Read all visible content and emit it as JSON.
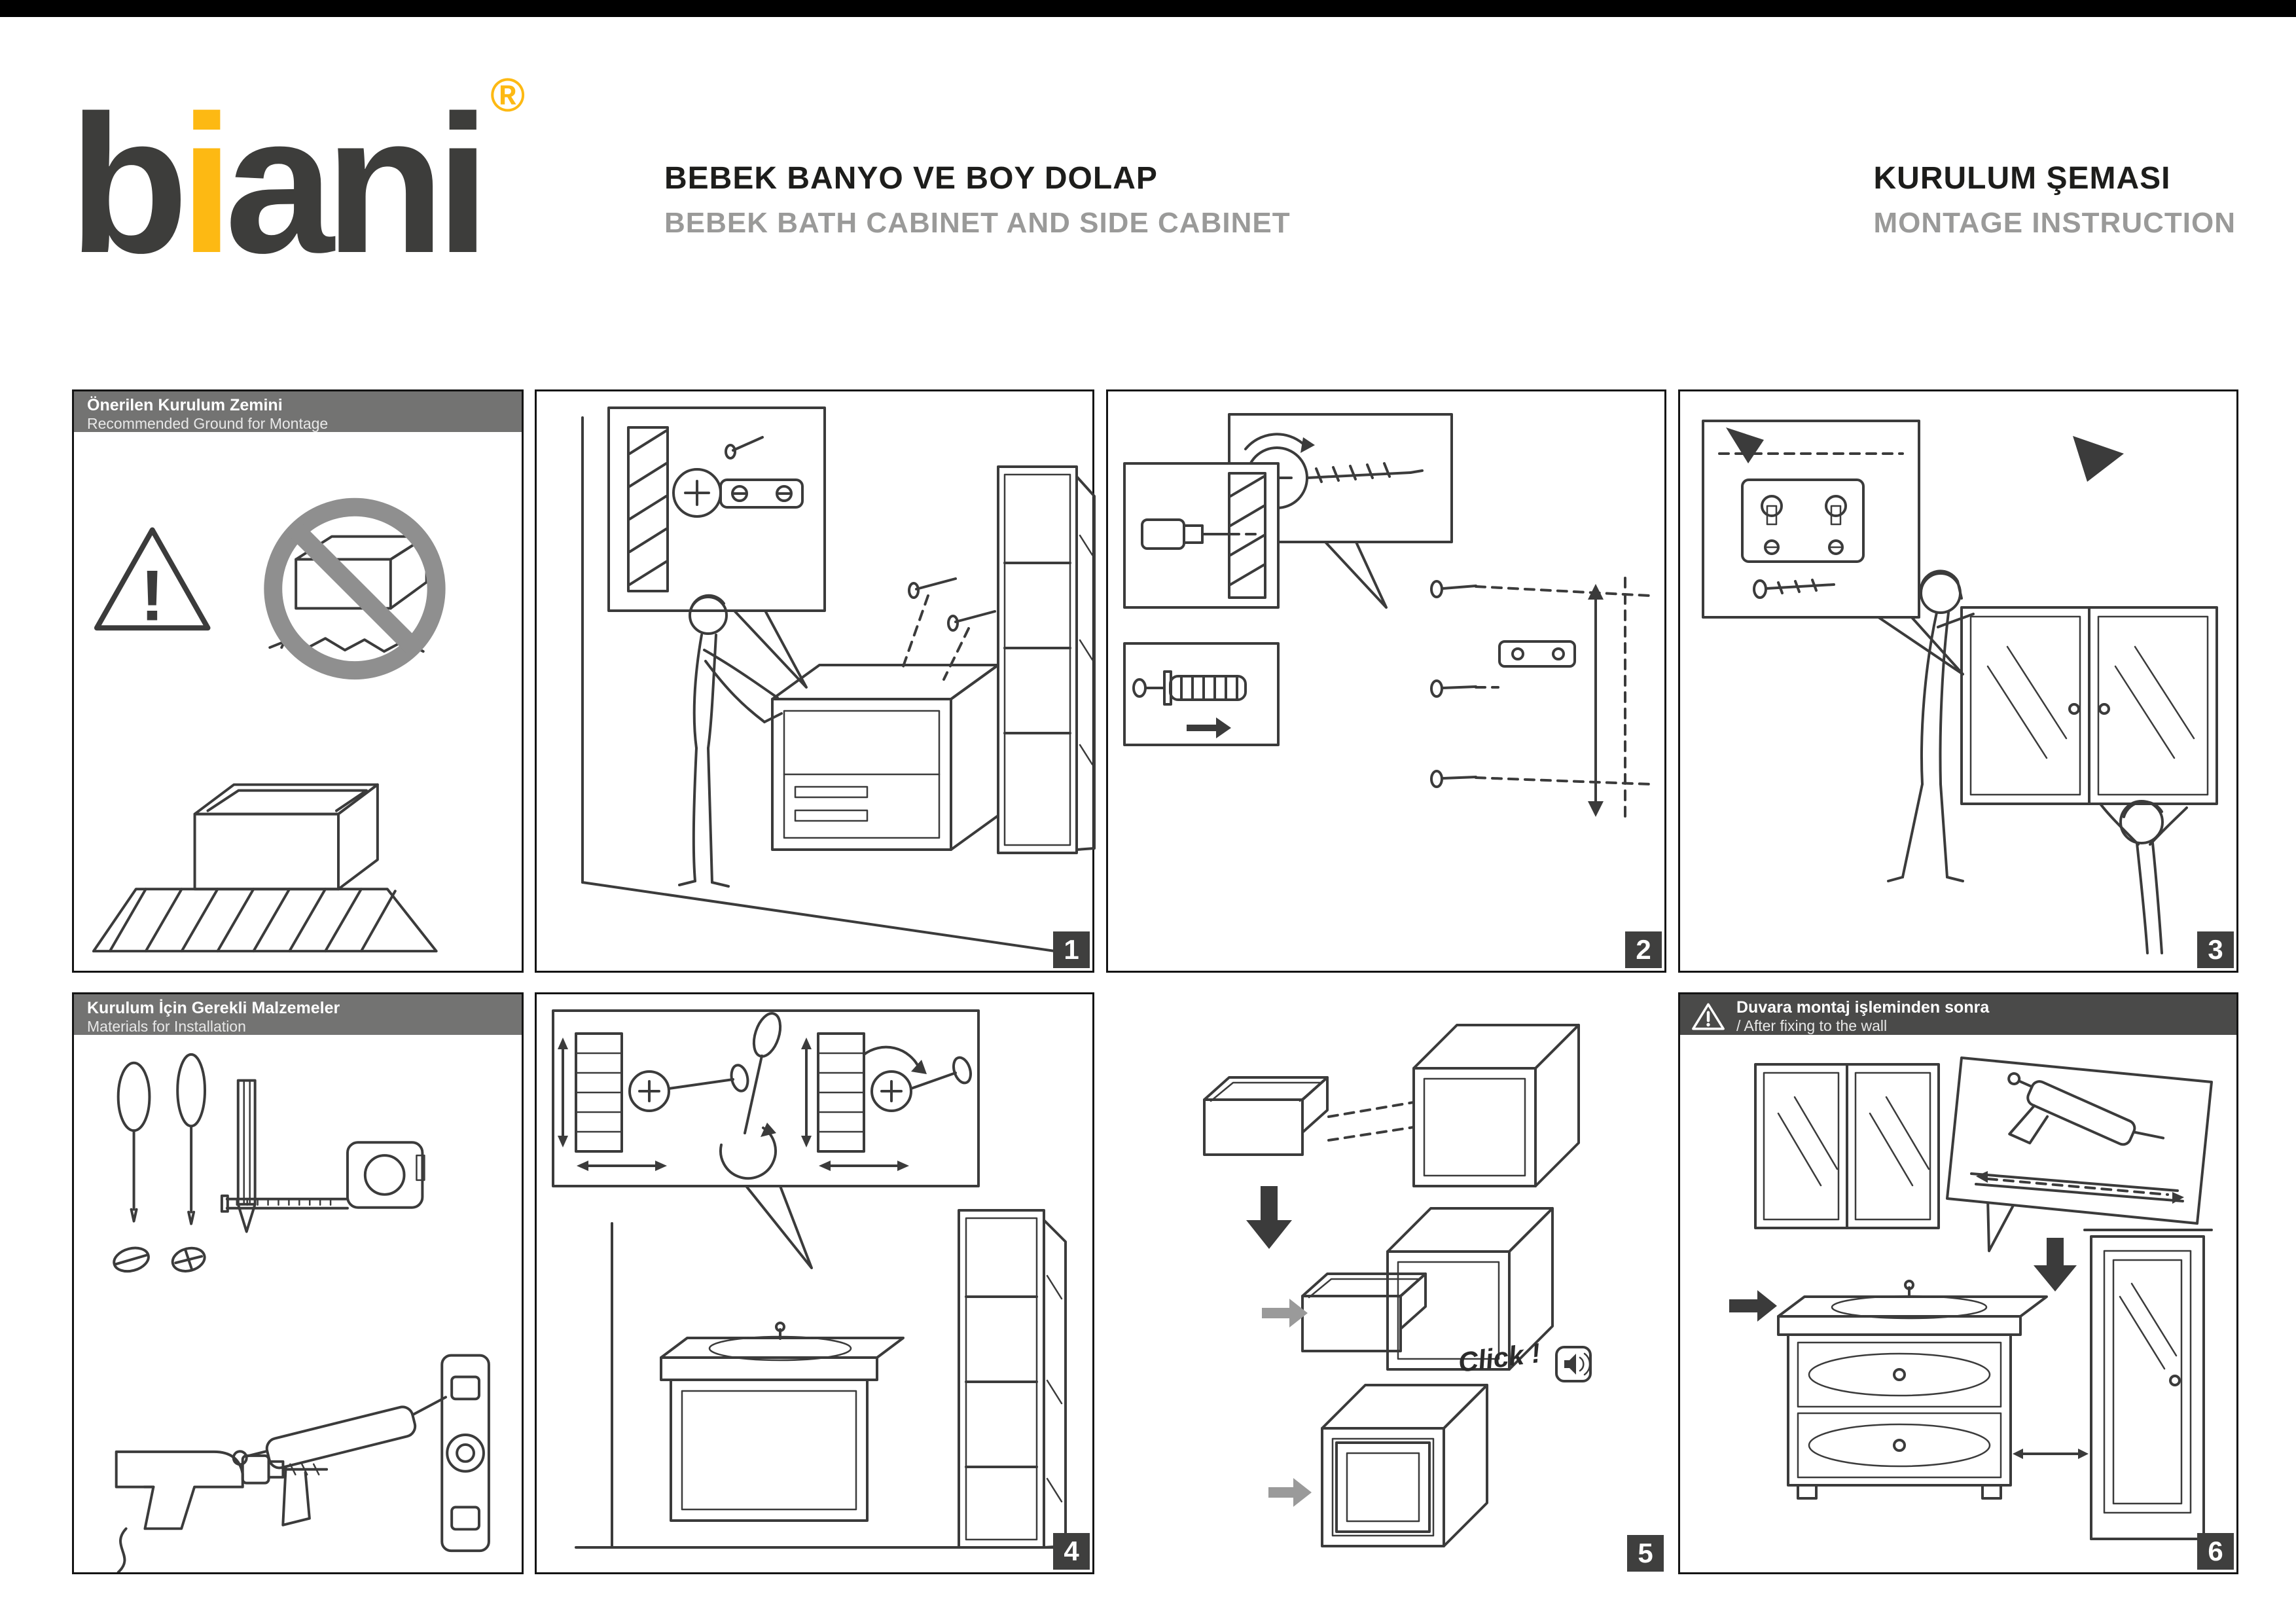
{
  "brand": {
    "logo_b": "b",
    "logo_i": "i",
    "logo_ani": "ani",
    "registered": "®"
  },
  "header": {
    "product_title_tr": "BEBEK BANYO VE BOY DOLAP",
    "product_title_en": "BEBEK BATH CABINET AND SIDE CABINET",
    "doc_title_tr": "KURULUM ŞEMASI",
    "doc_title_en": "MONTAGE INSTRUCTION"
  },
  "panels": {
    "ground": {
      "header_tr": "Önerilen Kurulum Zemini",
      "header_en": "Recommended Ground for Montage"
    },
    "materials": {
      "header_tr": "Kurulum İçin Gerekli Malzemeler",
      "header_en": "Materials for Installation"
    },
    "after_fixing": {
      "header_tr": "Duvara montaj işleminden sonra",
      "header_en": "/ After fixing to the wall"
    }
  },
  "steps": [
    "1",
    "2",
    "3",
    "4",
    "5",
    "6"
  ],
  "annotations": {
    "click": "Click !",
    "warning_mark": "!"
  },
  "colors": {
    "accent_yellow": "#fdb913",
    "logo_gray": "#3d3d3b",
    "header_bar_gray": "#737372",
    "badge_gray": "#3f3f3e"
  }
}
